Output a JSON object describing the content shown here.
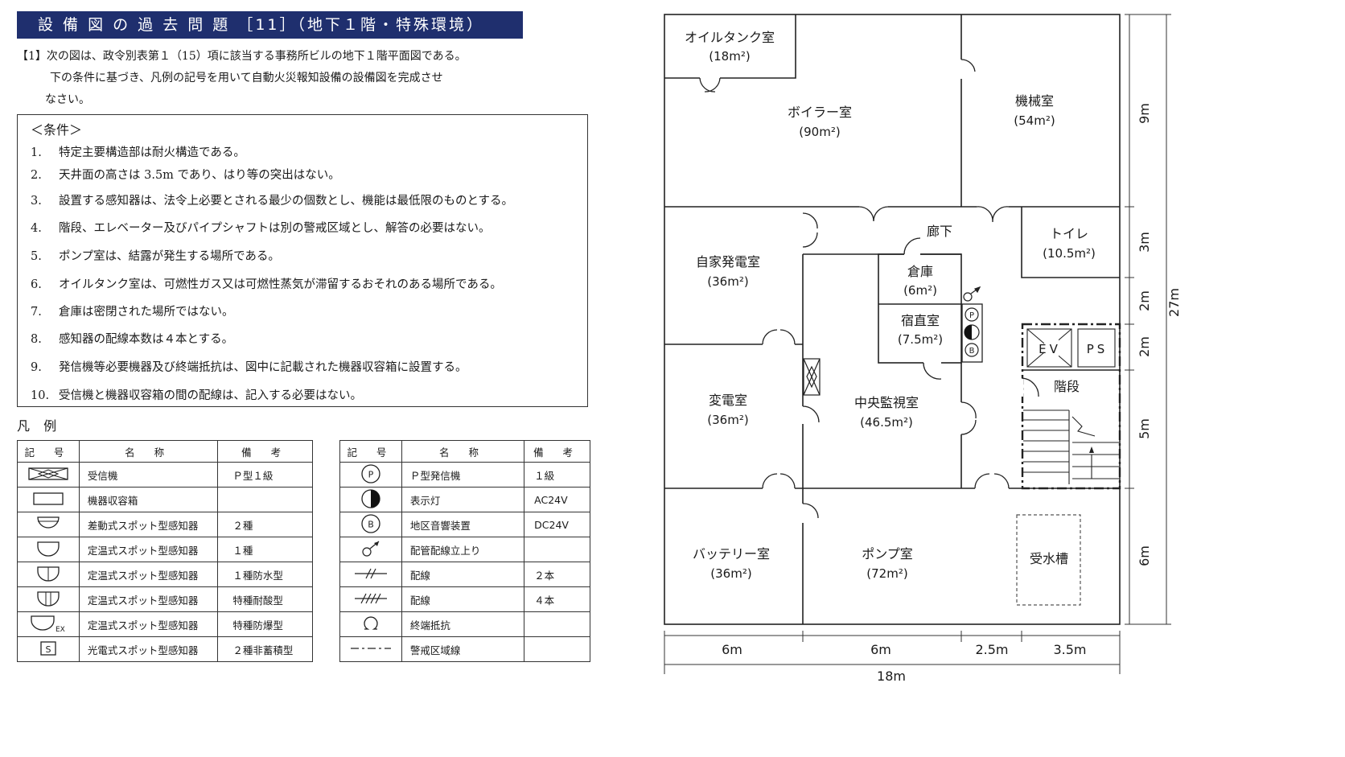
{
  "title": "設 備 図 の 過 去 問 題 ［11］（地下１階・特殊環境）",
  "intro": {
    "line1": "【1】次の図は、政令別表第１（15）項に該当する事務所ビルの地下１階平面図である。",
    "line2": "下の条件に基づき、凡例の記号を用いて自動火災報知設備の設備図を完成させ",
    "line3": "なさい。"
  },
  "conditions": {
    "heading": "＜条件＞",
    "items": [
      {
        "num": "1.",
        "text": "特定主要構造部は耐火構造である。"
      },
      {
        "num": "2.",
        "text": "天井面の高さは 3.5m であり、はり等の突出はない。"
      },
      {
        "num": "3.",
        "text": "設置する感知器は、法令上必要とされる最少の個数とし、機能は最低限のものとする。"
      },
      {
        "num": "4.",
        "text": "階段、エレベーター及びパイプシャフトは別の警戒区域とし、解答の必要はない。"
      },
      {
        "num": "5.",
        "text": "ポンプ室は、結露が発生する場所である。"
      },
      {
        "num": "6.",
        "text": "オイルタンク室は、可燃性ガス又は可燃性蒸気が滞留するおそれのある場所である。"
      },
      {
        "num": "7.",
        "text": "倉庫は密閉された場所ではない。"
      },
      {
        "num": "8.",
        "text": "感知器の配線本数は４本とする。"
      },
      {
        "num": "9.",
        "text": "発信機等必要機器及び終端抵抗は、図中に記載された機器収容箱に設置する。"
      },
      {
        "num": "10.",
        "text": "受信機と機器収容箱の間の配線は、記入する必要はない。"
      }
    ]
  },
  "legend": {
    "heading": "凡 例",
    "headers": [
      "記 号",
      "名 称",
      "備 考"
    ],
    "left": [
      {
        "icon": "receiver-icon",
        "name": "受信機",
        "note": "Ｐ型１級"
      },
      {
        "icon": "equipment-box-icon",
        "name": "機器収容箱",
        "note": ""
      },
      {
        "icon": "rate-of-rise-detector-icon",
        "name": "差動式スポット型感知器",
        "note": "２種"
      },
      {
        "icon": "fixed-temp-detector-icon",
        "name": "定温式スポット型感知器",
        "note": "１種"
      },
      {
        "icon": "fixed-temp-waterproof-detector-icon",
        "name": "定温式スポット型感知器",
        "note": "１種防水型"
      },
      {
        "icon": "fixed-temp-acid-proof-detector-icon",
        "name": "定温式スポット型感知器",
        "note": "特種耐酸型"
      },
      {
        "icon": "fixed-temp-explosion-proof-detector-icon",
        "name": "定温式スポット型感知器",
        "note": "特種防爆型",
        "sub": "EX"
      },
      {
        "icon": "photoelectric-detector-icon",
        "name": "光電式スポット型感知器",
        "note": "２種非蓄積型",
        "glyph": "S"
      }
    ],
    "right": [
      {
        "icon": "p-type-transmitter-icon",
        "name": "Ｐ型発信機",
        "note": "１級",
        "glyph": "P"
      },
      {
        "icon": "indicator-lamp-icon",
        "name": "表示灯",
        "note": "AC24V"
      },
      {
        "icon": "alarm-bell-icon",
        "name": "地区音響装置",
        "note": "DC24V",
        "glyph": "B"
      },
      {
        "icon": "riser-icon",
        "name": "配管配線立上り",
        "note": ""
      },
      {
        "icon": "wiring-2-icon",
        "name": "配線",
        "note": "２本"
      },
      {
        "icon": "wiring-4-icon",
        "name": "配線",
        "note": "４本"
      },
      {
        "icon": "end-resistor-icon",
        "name": "終端抵抗",
        "note": ""
      },
      {
        "icon": "zone-boundary-line-icon",
        "name": "警戒区域線",
        "note": ""
      }
    ]
  },
  "plan": {
    "rooms": {
      "oil_tank": {
        "name": "オイルタンク室",
        "area": "(18m²)"
      },
      "boiler": {
        "name": "ボイラー室",
        "area": "(90m²)"
      },
      "machine": {
        "name": "機械室",
        "area": "(54m²)"
      },
      "corridor": {
        "name": "廊下"
      },
      "toilet": {
        "name": "トイレ",
        "area": "(10.5m²)"
      },
      "generator": {
        "name": "自家発電室",
        "area": "(36m²)"
      },
      "storage": {
        "name": "倉庫",
        "area": "(6m²)"
      },
      "night_duty": {
        "name": "宿直室",
        "area": "(7.5m²)"
      },
      "ev": {
        "name": "EV"
      },
      "ps": {
        "name": "PS"
      },
      "stairs": {
        "name": "階段"
      },
      "substation": {
        "name": "変電室",
        "area": "(36m²)"
      },
      "central_monitor": {
        "name": "中央監視室",
        "area": "(46.5m²)"
      },
      "battery": {
        "name": "バッテリー室",
        "area": "(36m²)"
      },
      "pump": {
        "name": "ポンプ室",
        "area": "(72m²)"
      },
      "water_tank": {
        "name": "受水槽"
      }
    },
    "equipment_box": {
      "p": "P",
      "b": "B"
    },
    "dims_right": [
      "9m",
      "3m",
      "2m",
      "2m",
      "5m",
      "6m"
    ],
    "dim_total_height": "27m",
    "dims_bottom": [
      "6m",
      "6m",
      "2.5m",
      "3.5m"
    ],
    "dim_total_width": "18m"
  }
}
